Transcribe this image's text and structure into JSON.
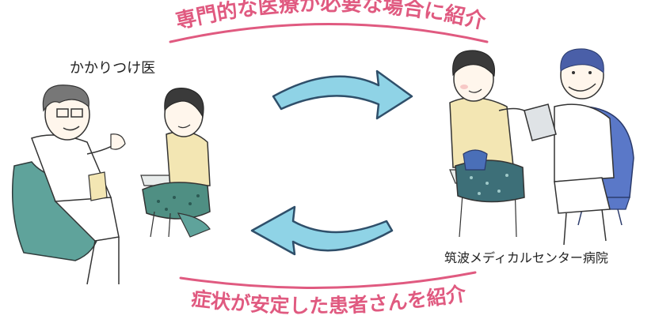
{
  "captions": {
    "top": "専門的な医療が必要な場合に紹介",
    "bottom": "症状が安定した患者さんを紹介"
  },
  "labels": {
    "left": "かかりつけ医",
    "right": "筑波メディカルセンター病院"
  },
  "colors": {
    "caption_text": "#e05a80",
    "caption_underline": "#e05a80",
    "arrow_fill": "#8fd3e6",
    "arrow_stroke": "#2f4f6a",
    "chair_left": "#5fa39b",
    "chair_right": "#5a78c8",
    "skirt_left": "#4f8f83",
    "sweater": "#f3e6b3",
    "skirt_right": "#3d6f78"
  }
}
